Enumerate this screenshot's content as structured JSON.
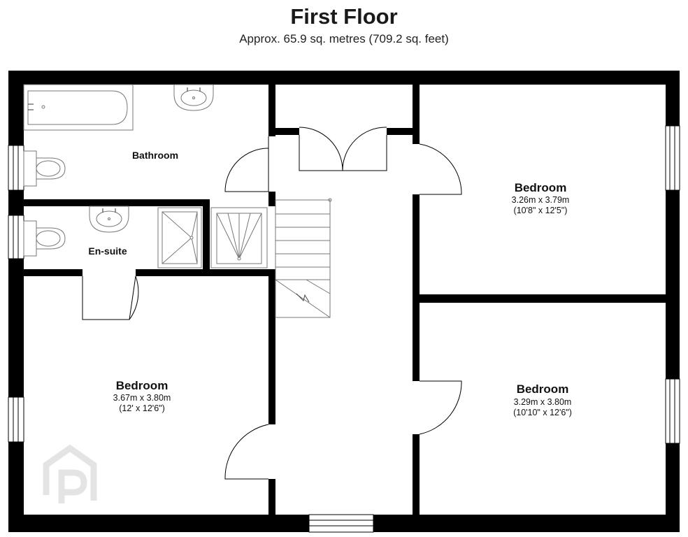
{
  "header": {
    "title": "First Floor",
    "subtitle": "Approx. 65.9 sq. metres (709.2 sq. feet)"
  },
  "rooms": {
    "bathroom": {
      "name": "Bathroom"
    },
    "ensuite": {
      "name": "En-suite"
    },
    "bedroom_top_right": {
      "name": "Bedroom",
      "dims_m": "3.26m x 3.79m",
      "dims_ft": "(10'8\" x 12'5\")"
    },
    "bedroom_left": {
      "name": "Bedroom",
      "dims_m": "3.67m x 3.80m",
      "dims_ft": "(12' x 12'6\")"
    },
    "bedroom_bottom_right": {
      "name": "Bedroom",
      "dims_m": "3.29m x 3.80m",
      "dims_ft": "(10'10\" x 12'6\")"
    }
  },
  "colors": {
    "wall": "#000000",
    "fixture": "#888888",
    "watermark": "#e6e6e6"
  }
}
